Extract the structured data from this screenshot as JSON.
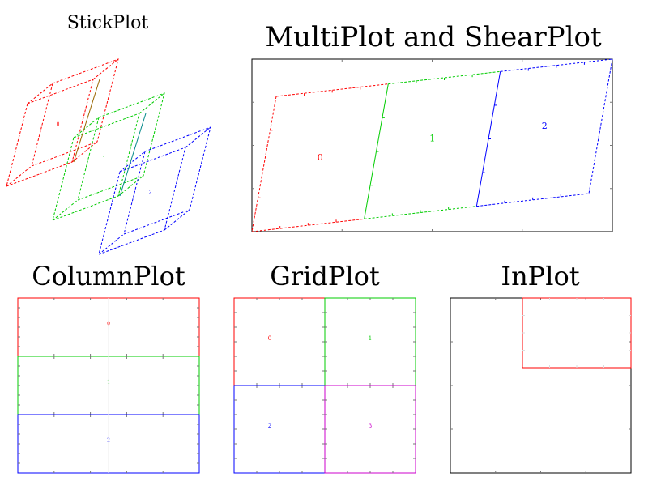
{
  "colors": {
    "red": "#ff0000",
    "green": "#00cc00",
    "blue": "#0000ff",
    "magenta": "#cc00cc",
    "brown": "#996600",
    "teal": "#008888",
    "axis": "#000000",
    "tick": "#777777"
  },
  "titles": {
    "stick": "StickPlot",
    "multi": "MultiPlot and ShearPlot",
    "column": "ColumnPlot",
    "grid": "GridPlot",
    "inplot": "InPlot"
  },
  "stick_plot": {
    "panel_labels": [
      "0",
      "1",
      "2"
    ],
    "panel_colors": [
      "red",
      "green",
      "blue"
    ],
    "shared_edge_colors": [
      "brown",
      "teal"
    ]
  },
  "shear_plot": {
    "panel_labels": [
      "0",
      "1",
      "2"
    ],
    "panel_colors": [
      "red",
      "green",
      "blue"
    ]
  },
  "column_plot": {
    "panel_labels": [
      "0",
      "1",
      "2"
    ],
    "panel_colors": [
      "red",
      "green",
      "blue"
    ]
  },
  "grid_plot": {
    "panel_labels": [
      "0",
      "1",
      "2",
      "3"
    ],
    "panel_colors": [
      "red",
      "green",
      "blue",
      "magenta"
    ]
  },
  "in_plot": {
    "outer_color": "axis",
    "inset_color": "red"
  }
}
